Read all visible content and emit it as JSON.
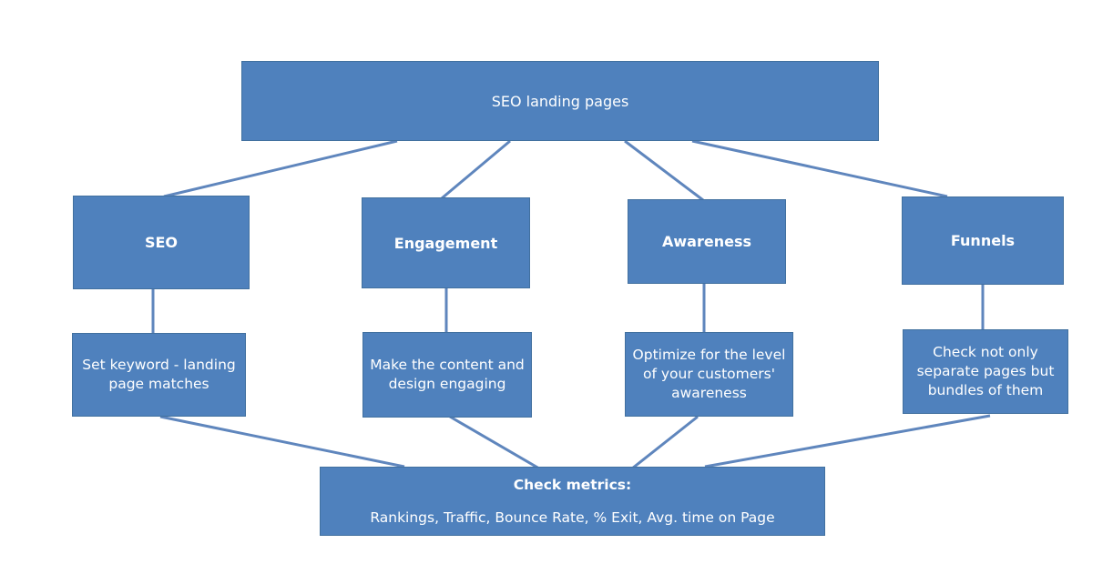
{
  "diagram": {
    "root": {
      "label": "SEO landing pages"
    },
    "categories": [
      {
        "label": "SEO",
        "action": "Set keyword - landing page matches"
      },
      {
        "label": "Engagement",
        "action": "Make the content and design engaging"
      },
      {
        "label": "Awareness",
        "action": "Optimize for the level of your customers' awareness"
      },
      {
        "label": "Funnels",
        "action": "Check not only separate pages but bundles of them"
      }
    ],
    "metrics": {
      "title": "Check metrics:",
      "items": "Rankings, Traffic, Bounce Rate, % Exit, Avg. time on Page"
    }
  },
  "colors": {
    "box_fill": "#4f81bd",
    "box_border": "#41709f",
    "connector": "#5f86bd",
    "text": "#ffffff"
  }
}
